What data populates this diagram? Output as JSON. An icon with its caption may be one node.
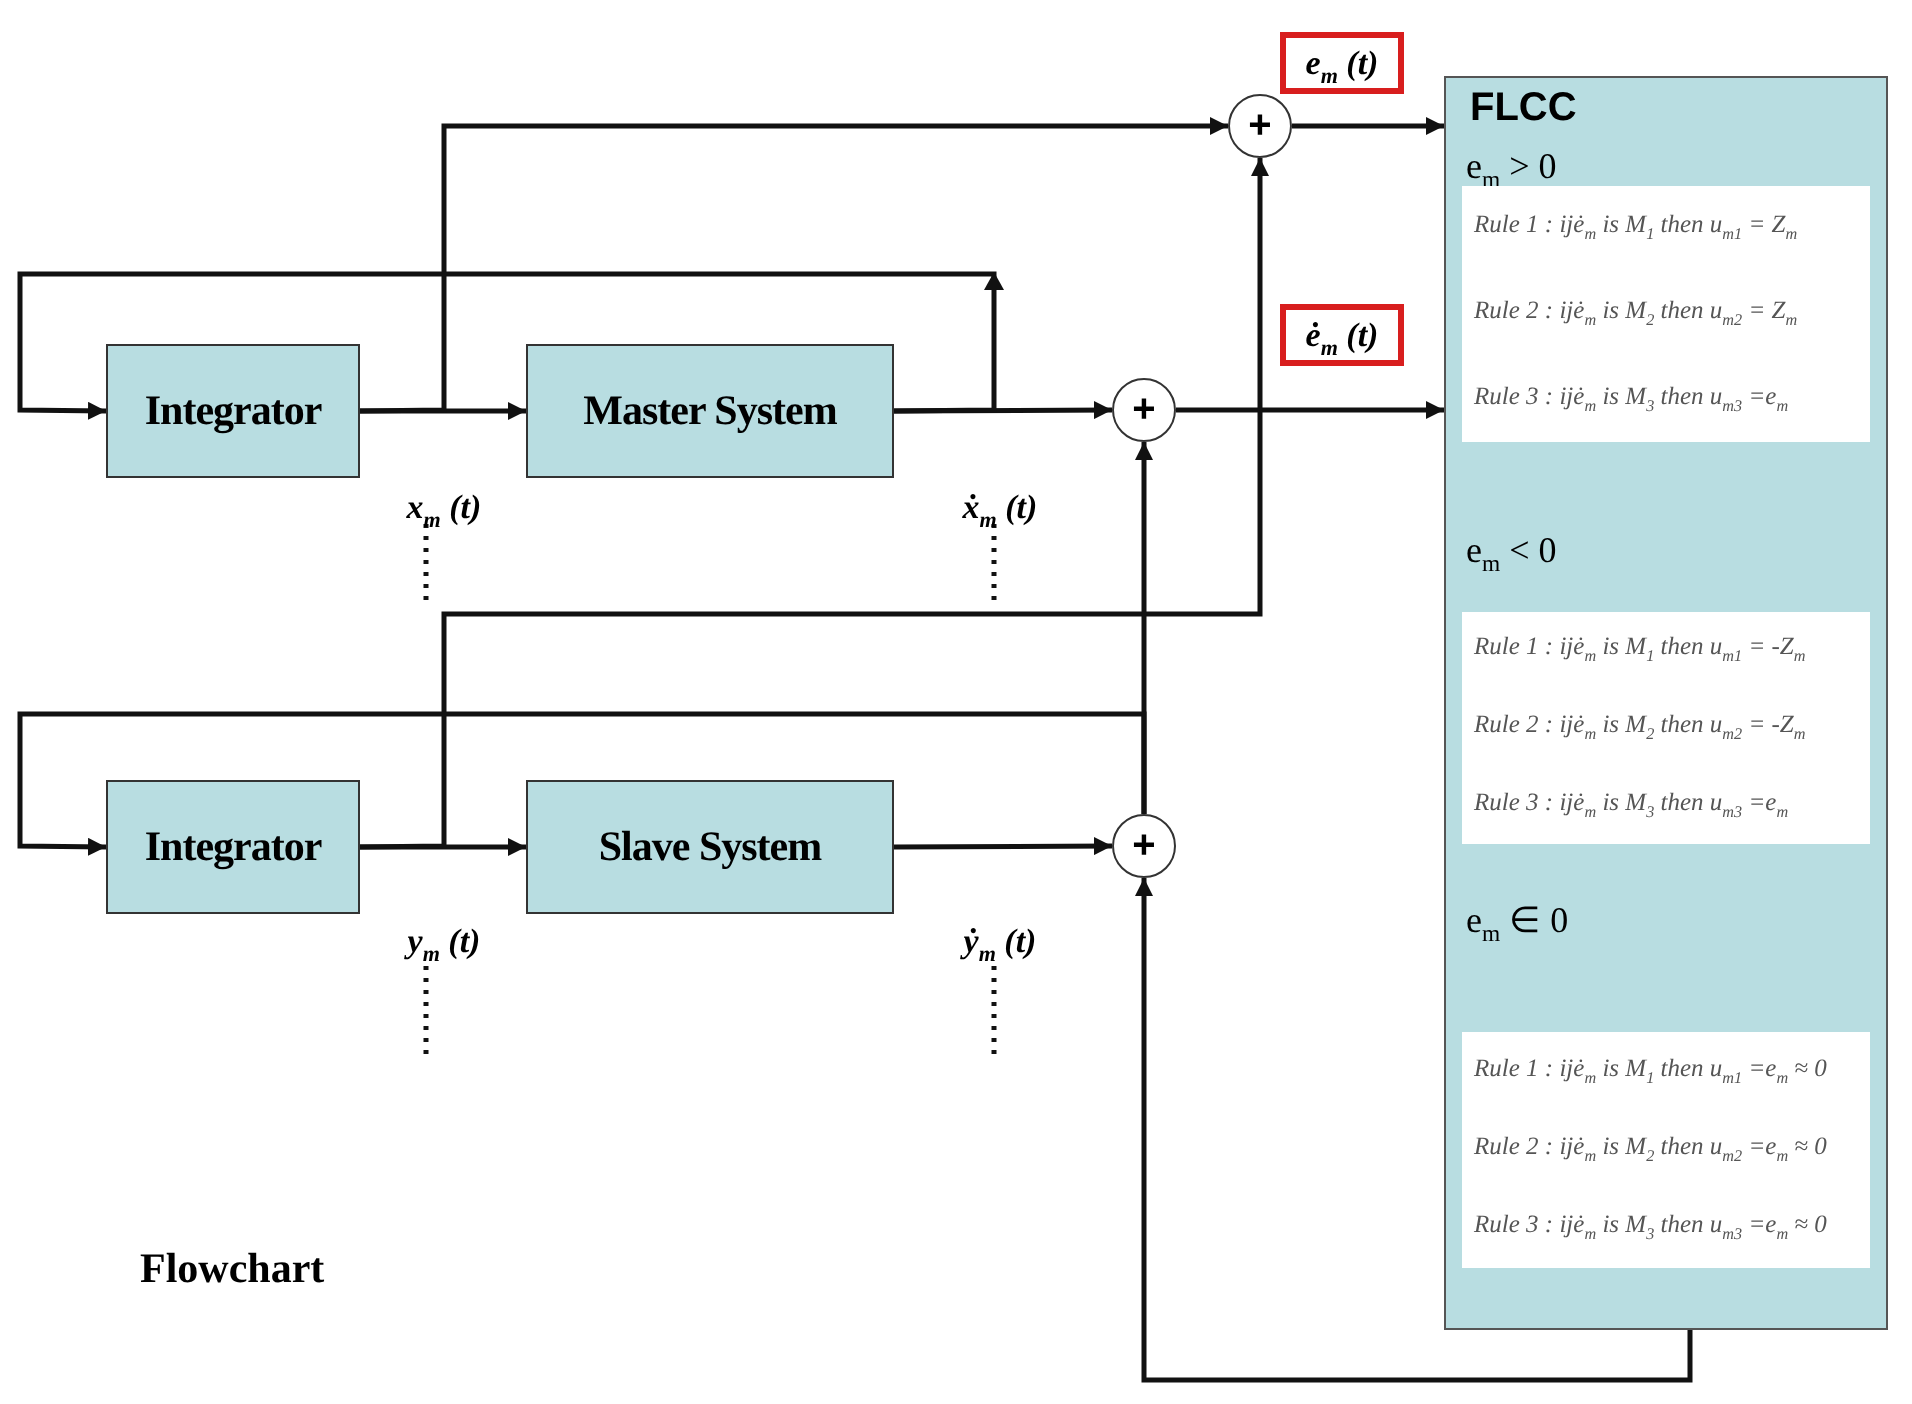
{
  "diagram": {
    "caption": "Flowchart",
    "nodes": [
      {
        "text": [
          "e$_{m}$ (t)"
        ]
      },
      {
        "text": [
          "+"
        ]
      },
      {
        "text": [
          "FLCC",
          "e$_{m}$ > 0",
          "e$_{m}$ < 0",
          "e$_{m}$ ∈ 0"
        ]
      },
      {
        "text": [
          "Rule 1 : ijė$_{m}$ is M$_{1}$  then u$_{m1}$ = Z$_{m}$",
          "Rule 2 : ijė$_{m}$ is M$_{2}$  then u$_{m2}$ = Z$_{m}$",
          "Rule 3 : ijė$_{m}$ is M$_{3}$  then u$_{m3}$ =e$_{m}$"
        ],
        "in": 2
      },
      {
        "text": [
          "ė$_{m}$ (t)"
        ]
      },
      {
        "text": [
          "Integrator"
        ]
      },
      {
        "text": [
          "Master System"
        ]
      },
      {
        "text": [
          "+"
        ]
      },
      {
        "text": [
          "Rule 1 : ijė$_{m}$ is M$_{1}$  then u$_{m1}$ = -Z$_{m}$",
          "Rule 2 : ijė$_{m}$ is M$_{2}$  then u$_{m2}$ = -Z$_{m}$",
          "Rule 3 : ijė$_{m}$ is M$_{3}$  then u$_{m3}$ =e$_{m}$"
        ],
        "in": 2
      },
      {
        "text": [
          "Integrator"
        ]
      },
      {
        "text": [
          "Slave System"
        ]
      },
      {
        "text": [
          "+"
        ]
      },
      {
        "text": [
          "Rule 1 : ijė$_{m}$ is M$_{1}$  then u$_{m1}$ =e$_{m}$ ≈ 0",
          "Rule 2 : ijė$_{m}$ is M$_{2}$  then u$_{m2}$ =e$_{m}$ ≈ 0",
          "Rule 3 : ijė$_{m}$ is M$_{3}$  then u$_{m3}$ =e$_{m}$ ≈ 0"
        ],
        "in": 2
      }
    ],
    "edges": [
      {
        "from": 5,
        "to": 6,
        "arrow": "to"
      },
      {
        "from": 5,
        "to": 1,
        "arrow": "to"
      },
      {
        "from": 6,
        "to": 7,
        "arrow": "to"
      },
      {
        "from": 6,
        "to": 5,
        "arrow": "to"
      },
      {
        "from": 7,
        "to": 2,
        "arrow": "to"
      },
      {
        "from": 1,
        "to": 2,
        "arrow": "to"
      },
      {
        "from": 9,
        "to": 10,
        "arrow": "to"
      },
      {
        "from": 9,
        "to": 1,
        "arrow": "to"
      },
      {
        "from": 10,
        "to": 11,
        "arrow": "to"
      },
      {
        "from": 11,
        "to": 7,
        "arrow": "to"
      },
      {
        "from": 11,
        "to": 9,
        "arrow": "to"
      },
      {
        "from": 2,
        "to": 11,
        "arrow": "to"
      }
    ],
    "labels": [
      "x$_{m}$ (t)",
      "ẋ$_{m}$ (t)",
      "y$_{m}$ (t)",
      "ẏ$_{m}$ (t)"
    ]
  }
}
